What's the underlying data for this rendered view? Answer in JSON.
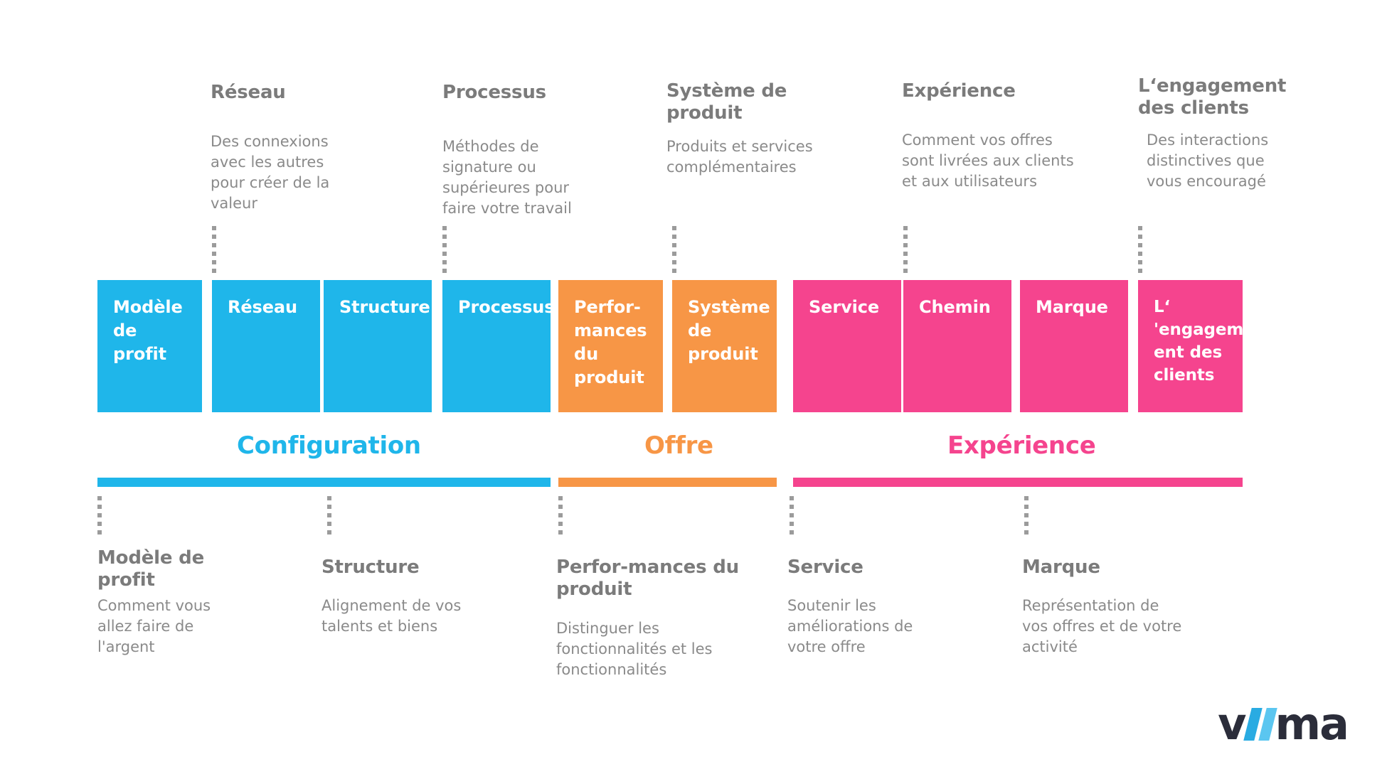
{
  "palette": {
    "blue": "#1FB6EA",
    "orange": "#F79646",
    "pink": "#F5448E",
    "heading_gray": "#7b7b7b",
    "body_gray": "#8a8a8a",
    "dot_gray": "#9b9b9b",
    "logo_dark": "#2b2d3a",
    "logo_blue": "#29ABE2"
  },
  "top_callouts": [
    {
      "title": "Réseau",
      "body": "Des connexions avec les autres pour créer de la valeur"
    },
    {
      "title": "Processus",
      "body": "Méthodes de signature ou supérieures pour faire votre travail"
    },
    {
      "title": "Système de produit",
      "body": "Produits et services complémentaires"
    },
    {
      "title": "Expérience",
      "body": "Comment vos offres sont livrées aux clients et aux utilisateurs"
    },
    {
      "title": "L‘engagement des clients",
      "body": "Des interactions distinctives que vous encouragé"
    }
  ],
  "boxes": [
    {
      "label": "Modèle de profit",
      "group": "configuration",
      "color": "#1FB6EA"
    },
    {
      "label": "Réseau",
      "group": "configuration",
      "color": "#1FB6EA"
    },
    {
      "label": "Structure",
      "group": "configuration",
      "color": "#1FB6EA"
    },
    {
      "label": "Processus",
      "group": "configuration",
      "color": "#1FB6EA"
    },
    {
      "label": "Perfor-mances du produit",
      "group": "offre",
      "color": "#F79646"
    },
    {
      "label": "Système de produit",
      "group": "offre",
      "color": "#F79646"
    },
    {
      "label": "Service",
      "group": "experience",
      "color": "#F5448E"
    },
    {
      "label": "Chemin",
      "group": "experience",
      "color": "#F5448E"
    },
    {
      "label": "Marque",
      "group": "experience",
      "color": "#F5448E"
    },
    {
      "label": "L‘ 'engagem ent des clients",
      "group": "experience",
      "color": "#F5448E"
    }
  ],
  "categories": [
    {
      "label": "Configuration",
      "color": "#1FB6EA"
    },
    {
      "label": "Offre",
      "color": "#F79646"
    },
    {
      "label": "Expérience",
      "color": "#F5448E"
    }
  ],
  "bottom_callouts": [
    {
      "title": "Modèle de profit",
      "body": "Comment vous allez faire de l'argent"
    },
    {
      "title": "Structure",
      "body": "Alignement de vos talents et biens"
    },
    {
      "title": "Perfor-mances du produit",
      "body": "Distinguer les fonctionnalités et les fonctionnalités"
    },
    {
      "title": "Service",
      "body": "Soutenir les améliorations de votre offre"
    },
    {
      "title": "Marque",
      "body": "Représentation de vos offres et de votre activité"
    }
  ],
  "logo": {
    "text": "viima",
    "alt": "viima-logo"
  }
}
